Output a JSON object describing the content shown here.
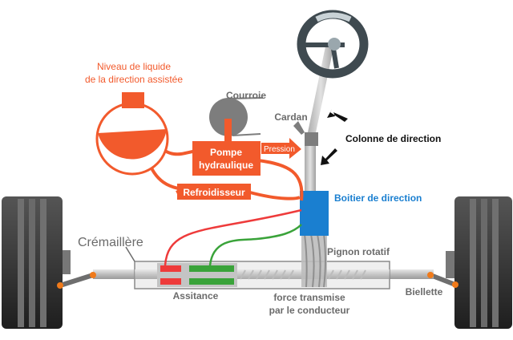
{
  "title": "Direction assistée hydraulique",
  "labels": {
    "reservoir_line1": "Niveau de liquide",
    "reservoir_line2": "de la direction assistée",
    "courroie": "Courroie",
    "cardan": "Cardan",
    "pompe_line1": "Pompe",
    "pompe_line2": "hydraulique",
    "pression": "Pression",
    "colonne": "Colonne de direction",
    "refroidisseur": "Refroidisseur",
    "boitier": "Boitier de direction",
    "cremaillere": "Crémaillère",
    "pignon": "Pignon rotatif",
    "assistance": "Assitance",
    "force_line1": "force transmise",
    "force_line2": "par le conducteur",
    "biellette": "Biellette"
  },
  "colors": {
    "hydraulic": "#f25a2c",
    "boitier": "#1a7fd0",
    "boitier_text": "#1a7fd0",
    "gray_text": "#6b6b6b",
    "red_chamber": "#ee3b3b",
    "green_chamber": "#3aa33a",
    "joint": "#f07a1a"
  }
}
